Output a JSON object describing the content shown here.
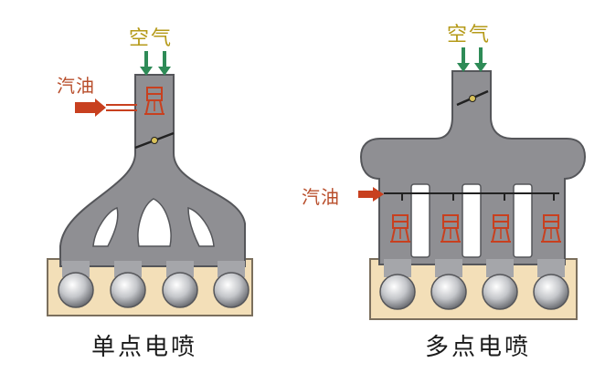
{
  "single_point": {
    "air_label": "空气",
    "fuel_label": "汽油",
    "caption": "单点电喷"
  },
  "multi_point": {
    "air_label": "空气",
    "fuel_label": "汽油",
    "caption": "多点电喷"
  },
  "colors": {
    "manifold": "#8f8f93",
    "manifold_outline": "#55565a",
    "head_fill": "#f3dfb8",
    "air_arrow": "#2e8b57",
    "fuel_arrow": "#c8401f",
    "injector": "#c8401f",
    "air_text": "#b59a18",
    "fuel_text": "#b84d2a"
  }
}
